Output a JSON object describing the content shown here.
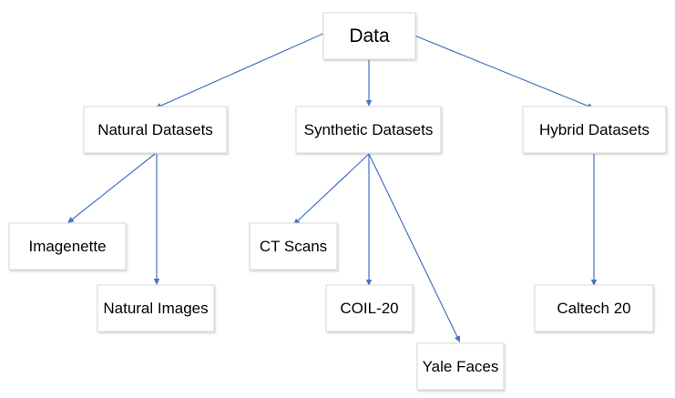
{
  "diagram": {
    "root": {
      "id": "data",
      "label": "Data"
    },
    "nodes": [
      {
        "id": "natural",
        "label": "Natural Datasets"
      },
      {
        "id": "synthetic",
        "label": "Synthetic Datasets"
      },
      {
        "id": "hybrid",
        "label": "Hybrid Datasets"
      },
      {
        "id": "imagenette",
        "label": "Imagenette"
      },
      {
        "id": "natural_images",
        "label": "Natural Images"
      },
      {
        "id": "ct_scans",
        "label": "CT Scans"
      },
      {
        "id": "coil20",
        "label": "COIL-20"
      },
      {
        "id": "yale_faces",
        "label": "Yale Faces"
      },
      {
        "id": "caltech20",
        "label": "Caltech 20"
      }
    ],
    "edges": [
      {
        "from": "data",
        "to": "natural"
      },
      {
        "from": "data",
        "to": "synthetic"
      },
      {
        "from": "data",
        "to": "hybrid"
      },
      {
        "from": "natural",
        "to": "imagenette"
      },
      {
        "from": "natural",
        "to": "natural_images"
      },
      {
        "from": "synthetic",
        "to": "ct_scans"
      },
      {
        "from": "synthetic",
        "to": "coil20"
      },
      {
        "from": "synthetic",
        "to": "yale_faces"
      },
      {
        "from": "hybrid",
        "to": "caltech20"
      }
    ],
    "colors": {
      "edge": "#4472c4",
      "box_border": "#d9d9d9",
      "box_fill": "#ffffff"
    }
  }
}
